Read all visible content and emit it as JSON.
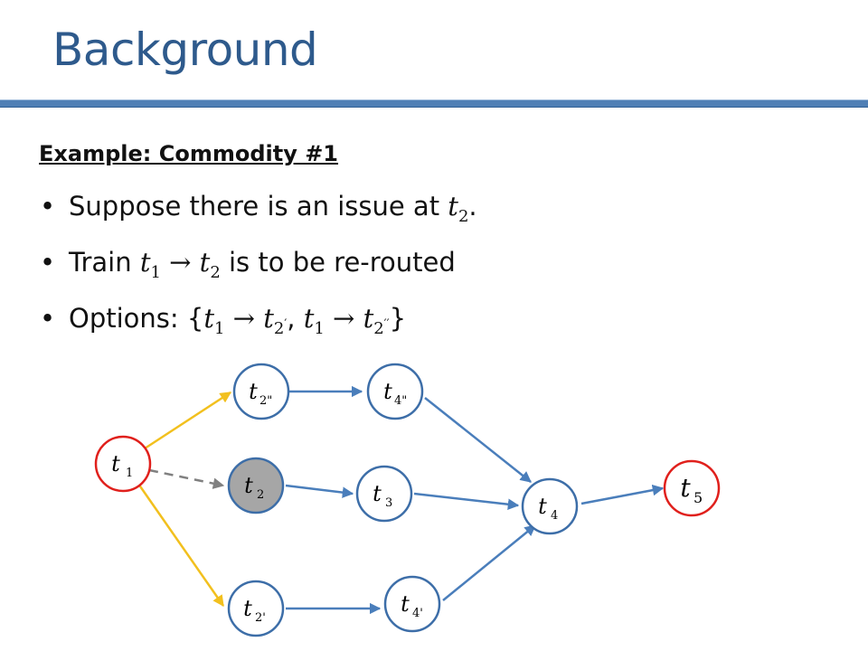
{
  "title": "Background",
  "subheading": "Example: Commodity #1",
  "bullet_symbol": "•",
  "bullets": {
    "b1": {
      "before": "Suppose there is an issue at ",
      "var": "t",
      "sub": "2",
      "after": "."
    },
    "b2": {
      "before": "Train ",
      "v1": "t",
      "s1": "1",
      "arrow": "→",
      "v2": "t",
      "s2": "2",
      "after": " is to be re-routed"
    },
    "b3": {
      "before": "Options: ",
      "open": "{",
      "v1": "t",
      "s1": "1",
      "arrow1": "→",
      "v2": "t",
      "s2": "2",
      "p2": "′",
      "comma": ", ",
      "v3": "t",
      "s3": "1",
      "arrow2": "→",
      "v4": "t",
      "s4": "2",
      "p4": "′′",
      "close": "}"
    }
  },
  "nodes": {
    "t1": {
      "var": "t",
      "sub": "1"
    },
    "t2pp": {
      "var": "t",
      "sub": "2\""
    },
    "t2": {
      "var": "t",
      "sub": "2"
    },
    "t2p": {
      "var": "t",
      "sub": "2'"
    },
    "t4pp": {
      "var": "t",
      "sub": "4\""
    },
    "t3": {
      "var": "t",
      "sub": "3"
    },
    "t4": {
      "var": "t",
      "sub": "4"
    },
    "t4p": {
      "var": "t",
      "sub": "4'"
    },
    "t5": {
      "var": "t",
      "sub": "5"
    }
  },
  "colors": {
    "title": "#2e5a8c",
    "rule": "#4f7fb5",
    "edge_blue": "#4a7ebb",
    "edge_yellow": "#f2c01e",
    "edge_dashed": "#808080",
    "node_border_blue": "#3d6ea8",
    "node_border_red": "#e0201c",
    "node_fill_issue": "#a6a6a6"
  }
}
